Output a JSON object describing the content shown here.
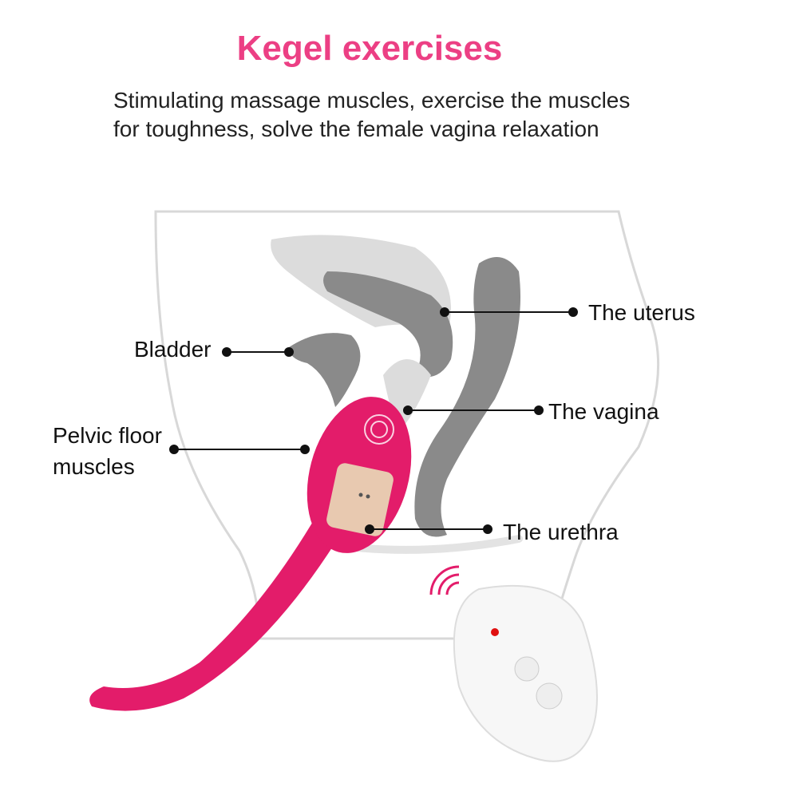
{
  "header": {
    "title": "Kegel exercises",
    "subtitle_lines": [
      "Stimulating massage muscles, exercise the muscles",
      "for toughness, solve the female vagina relaxation"
    ]
  },
  "labels": {
    "uterus": "The uterus",
    "bladder": "Bladder",
    "vagina": "The vagina",
    "pelvic_floor_line1": "Pelvic floor",
    "pelvic_floor_line2": "muscles",
    "urethra": "The urethra"
  },
  "colors": {
    "title": "#ec3f84",
    "product": "#e31c6a",
    "organ": "#8a8a8a",
    "organ_light": "#d9d9d9"
  }
}
